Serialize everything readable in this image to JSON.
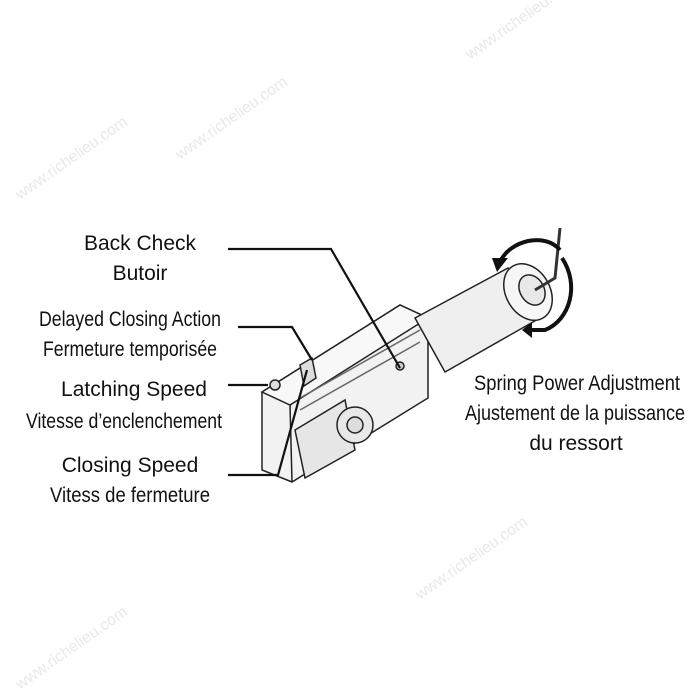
{
  "watermark": "www.richelieu.com",
  "labels": {
    "back_check": {
      "en": "Back Check",
      "fr": "Butoir"
    },
    "delayed_closing": {
      "en": "Delayed Closing Action",
      "fr": "Fermeture temporisée"
    },
    "latching_speed": {
      "en": "Latching Speed",
      "fr": "Vitesse d’enclenchement"
    },
    "closing_speed": {
      "en": "Closing Speed",
      "fr": "Vitess de fermeture"
    },
    "spring_power": {
      "en": "Spring Power Adjustment",
      "fr1": "Ajustement de la puissance",
      "fr2": "du ressort"
    }
  }
}
